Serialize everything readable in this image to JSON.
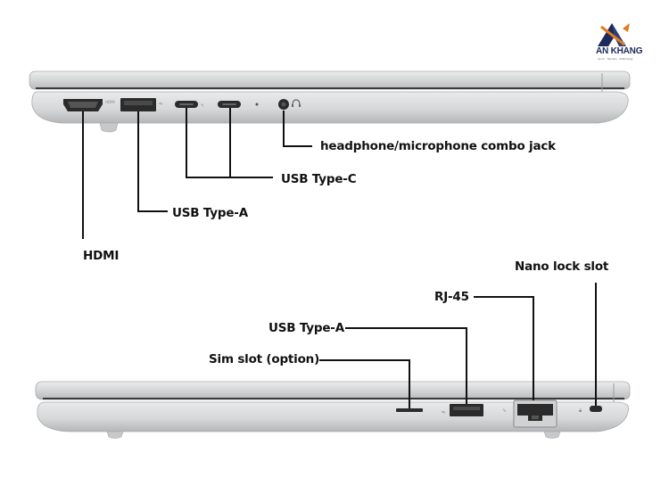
{
  "brand": {
    "name": "AN KHANG",
    "tagline": "Uy tín · Tận tâm · Chất lượng"
  },
  "left_side": {
    "callouts": {
      "hdmi": "HDMI",
      "usb_a": "USB Type-A",
      "usb_c": "USB Type-C",
      "audio": "headphone/microphone combo jack"
    }
  },
  "right_side": {
    "callouts": {
      "nano_lock": "Nano lock slot",
      "rj45": "RJ-45",
      "usb_a": "USB Type-A",
      "sim": "Sim slot (option)"
    }
  },
  "colors": {
    "chassis": "#d9dadb",
    "chassis_dark": "#b9bbbd",
    "port": "#2b2b2b",
    "line": "#111111",
    "logo_navy": "#1a2a5a",
    "logo_orange": "#e27b1e"
  }
}
